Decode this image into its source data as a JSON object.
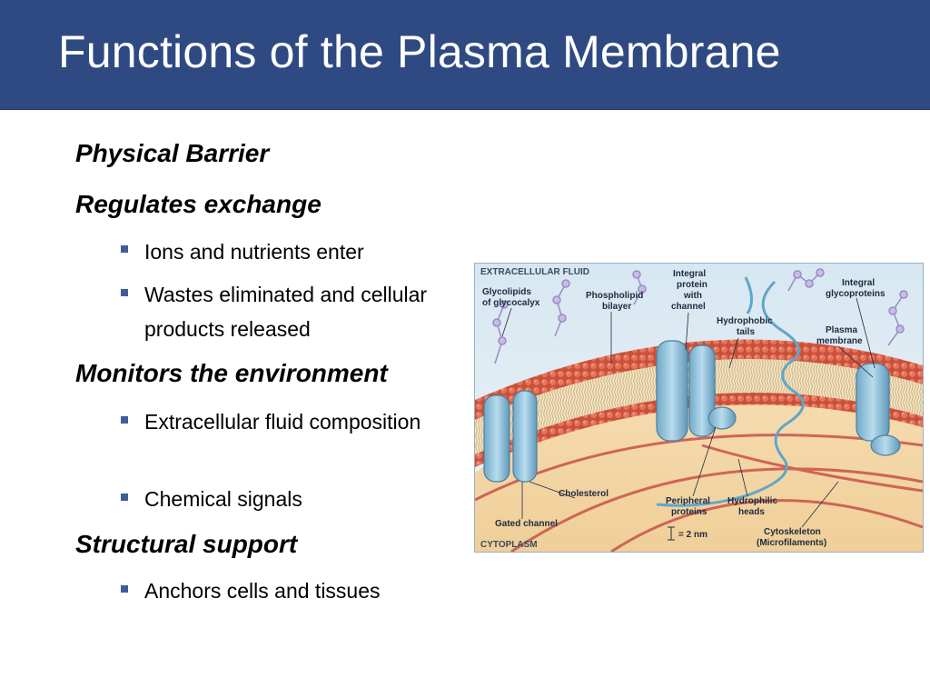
{
  "slide": {
    "title": "Functions of the Plasma Membrane"
  },
  "colors": {
    "title_bar": "#2f4a82",
    "title_text": "#ffffff",
    "bullet_marker": "#3f5d9b"
  },
  "outline": {
    "physical_barrier": "Physical Barrier",
    "regulates_exchange": "Regulates exchange",
    "regulates_bullets": [
      "Ions and nutrients enter",
      "Wastes eliminated and cellular products released"
    ],
    "monitors_environment": "Monitors the environment",
    "monitors_bullets": [
      "Extracellular fluid composition",
      "Chemical signals"
    ],
    "structural_support": "Structural support",
    "structural_bullets": [
      "Anchors cells and tissues"
    ]
  },
  "figure": {
    "extracellular_fluid": "EXTRACELLULAR FLUID",
    "cytoplasm": "CYTOPLASM",
    "labels": {
      "glycolipids_l1": "Glycolipids",
      "glycolipids_l2": "of glycocalyx",
      "phospholipid_l1": "Phospholipid",
      "phospholipid_l2": "bilayer",
      "integral_channel_l1": "Integral",
      "integral_channel_l2": "protein",
      "integral_channel_l3": "with",
      "integral_channel_l4": "channel",
      "hydrophobic_l1": "Hydrophobic",
      "hydrophobic_l2": "tails",
      "integral_glyco_l1": "Integral",
      "integral_glyco_l2": "glycoproteins",
      "plasma_l1": "Plasma",
      "plasma_l2": "membrane",
      "cholesterol": "Cholesterol",
      "gated_channel": "Gated channel",
      "peripheral_l1": "Peripheral",
      "peripheral_l2": "proteins",
      "hydrophilic_l1": "Hydrophilic",
      "hydrophilic_l2": "heads",
      "scale": "= 2 nm",
      "cytoskeleton_l1": "Cytoskeleton",
      "cytoskeleton_l2": "(Microfilaments)"
    }
  }
}
